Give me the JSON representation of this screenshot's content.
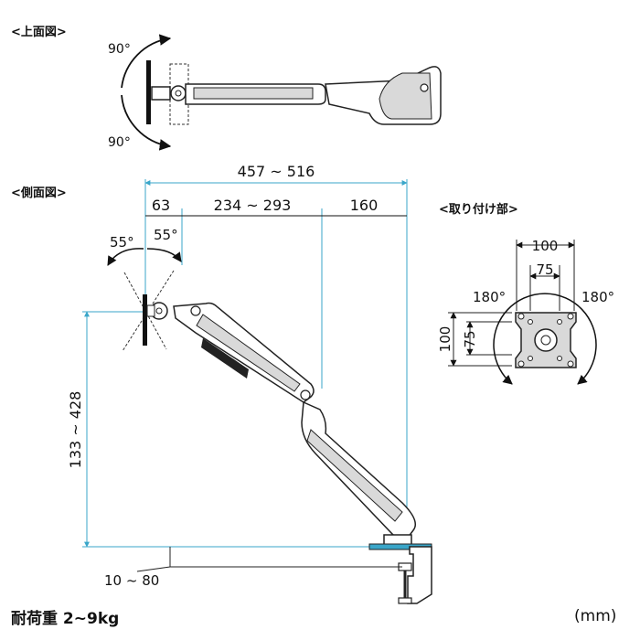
{
  "sections": {
    "top_view": "<上面図>",
    "side_view": "<側面図>",
    "mount": "<取り付け部>"
  },
  "top_view": {
    "angle_top": "90°",
    "angle_bottom": "90°"
  },
  "side_view": {
    "total_length": "457 ~ 516",
    "segment_1": "63",
    "segment_2": "234 ~ 293",
    "segment_3": "160",
    "tilt_left": "55°",
    "tilt_right": "55°",
    "height_range": "133 ~ 428",
    "clamp_range": "10 ~ 80"
  },
  "mount": {
    "width_outer": "100",
    "width_inner": "75",
    "height_outer": "100",
    "height_inner": "75",
    "rot_left": "180°",
    "rot_right": "180°"
  },
  "footer": {
    "load_capacity": "耐荷重 2~9kg",
    "units": "(mm)"
  },
  "colors": {
    "dimension_line": "#3aa6c9",
    "stroke": "#222222",
    "fill_gray": "#d9d9d9"
  }
}
